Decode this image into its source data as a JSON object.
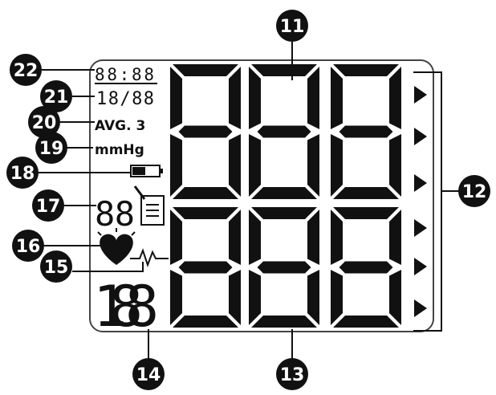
{
  "lcd": {
    "time_display": "88:88",
    "date_display": "18/88",
    "average_label": "AVG. 3",
    "unit_label": "mmHg",
    "memory_digits": "88",
    "pulse_digits": "188",
    "systolic_digits": "888",
    "diastolic_digits": "888"
  },
  "callouts": [
    {
      "id": "11",
      "label": "11"
    },
    {
      "id": "12",
      "label": "12"
    },
    {
      "id": "13",
      "label": "13"
    },
    {
      "id": "14",
      "label": "14"
    },
    {
      "id": "15",
      "label": "15"
    },
    {
      "id": "16",
      "label": "16"
    },
    {
      "id": "17",
      "label": "17"
    },
    {
      "id": "18",
      "label": "18"
    },
    {
      "id": "19",
      "label": "19"
    },
    {
      "id": "20",
      "label": "20"
    },
    {
      "id": "21",
      "label": "21"
    },
    {
      "id": "22",
      "label": "22"
    }
  ],
  "icons": [
    "battery-icon",
    "memory-note-icon",
    "heart-icon",
    "pulse-wave-icon",
    "arrow-indicator-icon"
  ],
  "colors": {
    "ink": "#111111",
    "frame": "#444444",
    "background": "#ffffff"
  }
}
